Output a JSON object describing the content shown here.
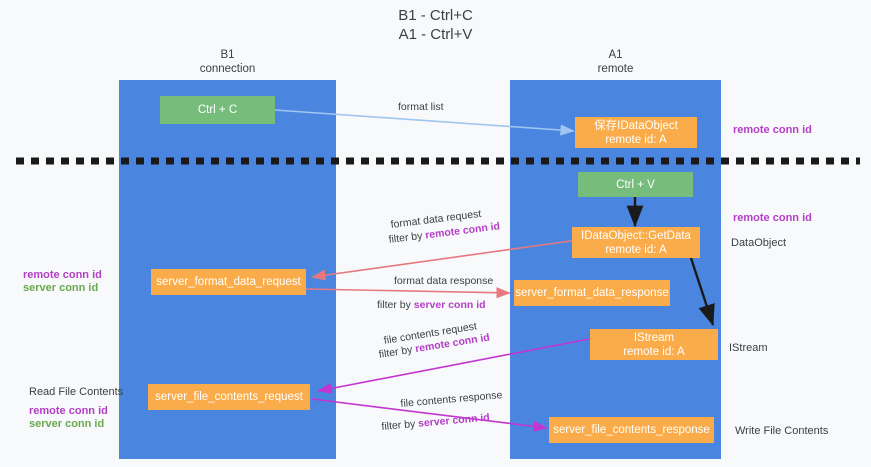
{
  "title": {
    "line1": "B1 - Ctrl+C",
    "line2": "A1 - Ctrl+V"
  },
  "columns": [
    {
      "name": "B1",
      "sub": "connection",
      "color": "#4a86e0"
    },
    {
      "name": "A1",
      "sub": "remote",
      "color": "#4a86e0"
    }
  ],
  "boxes": {
    "ctrl_c": "Ctrl + C",
    "ctrl_v": "Ctrl + V",
    "save_idataobject_l1": "保存IDataObject",
    "save_idataobject_l2": "remote id: A",
    "getdata_l1": "IDataObject::GetData",
    "getdata_l2": "remote id: A",
    "istream_l1": "IStream",
    "istream_l2": "remote id: A",
    "server_format_data_request": "server_format_data_request",
    "server_format_data_response": "server_format_data_response",
    "server_file_contents_request": "server_file_contents_request",
    "server_file_contents_response": "server_file_contents_response"
  },
  "edge_labels": {
    "format_list": "format list",
    "format_data_request": "format data request",
    "format_data_request_filter_pre": "filter by ",
    "format_data_request_filter_key": "remote conn id",
    "format_data_response": "format data response",
    "format_data_response_filter_pre": "filter by ",
    "format_data_response_filter_key": "server conn id",
    "file_contents_request": "file contents request",
    "file_contents_request_filter_pre": "filter by ",
    "file_contents_request_filter_key": "remote conn id",
    "file_contents_response": "file contents response",
    "file_contents_response_filter_pre": "filter by ",
    "file_contents_response_filter_key": "server conn id"
  },
  "left_labels": {
    "mid_remote_conn_id": "remote conn id",
    "mid_server_conn_id": "server conn id",
    "read_file_contents": "Read File Contents",
    "low_remote_conn_id": "remote conn id",
    "low_server_conn_id": "server conn id"
  },
  "right_labels": {
    "top_remote_conn_id": "remote conn id",
    "mid_remote_conn_id": "remote conn id",
    "dataobject": "DataObject",
    "istream": "IStream",
    "write_file_contents": "Write File Contents"
  },
  "colors": {
    "lane": "#4a86e0",
    "box_green": "#76bd7c",
    "box_orange": "#f9ac49",
    "accent_purple": "#b33fc6",
    "accent_green": "#6aa84f",
    "arrow_blue": "#9fc5f0",
    "arrow_red": "#e8787f",
    "arrow_magenta": "#c335cf",
    "arrow_black": "#1a1a1a",
    "divider": "#1a1a1a",
    "background": "#f8f9fa"
  }
}
